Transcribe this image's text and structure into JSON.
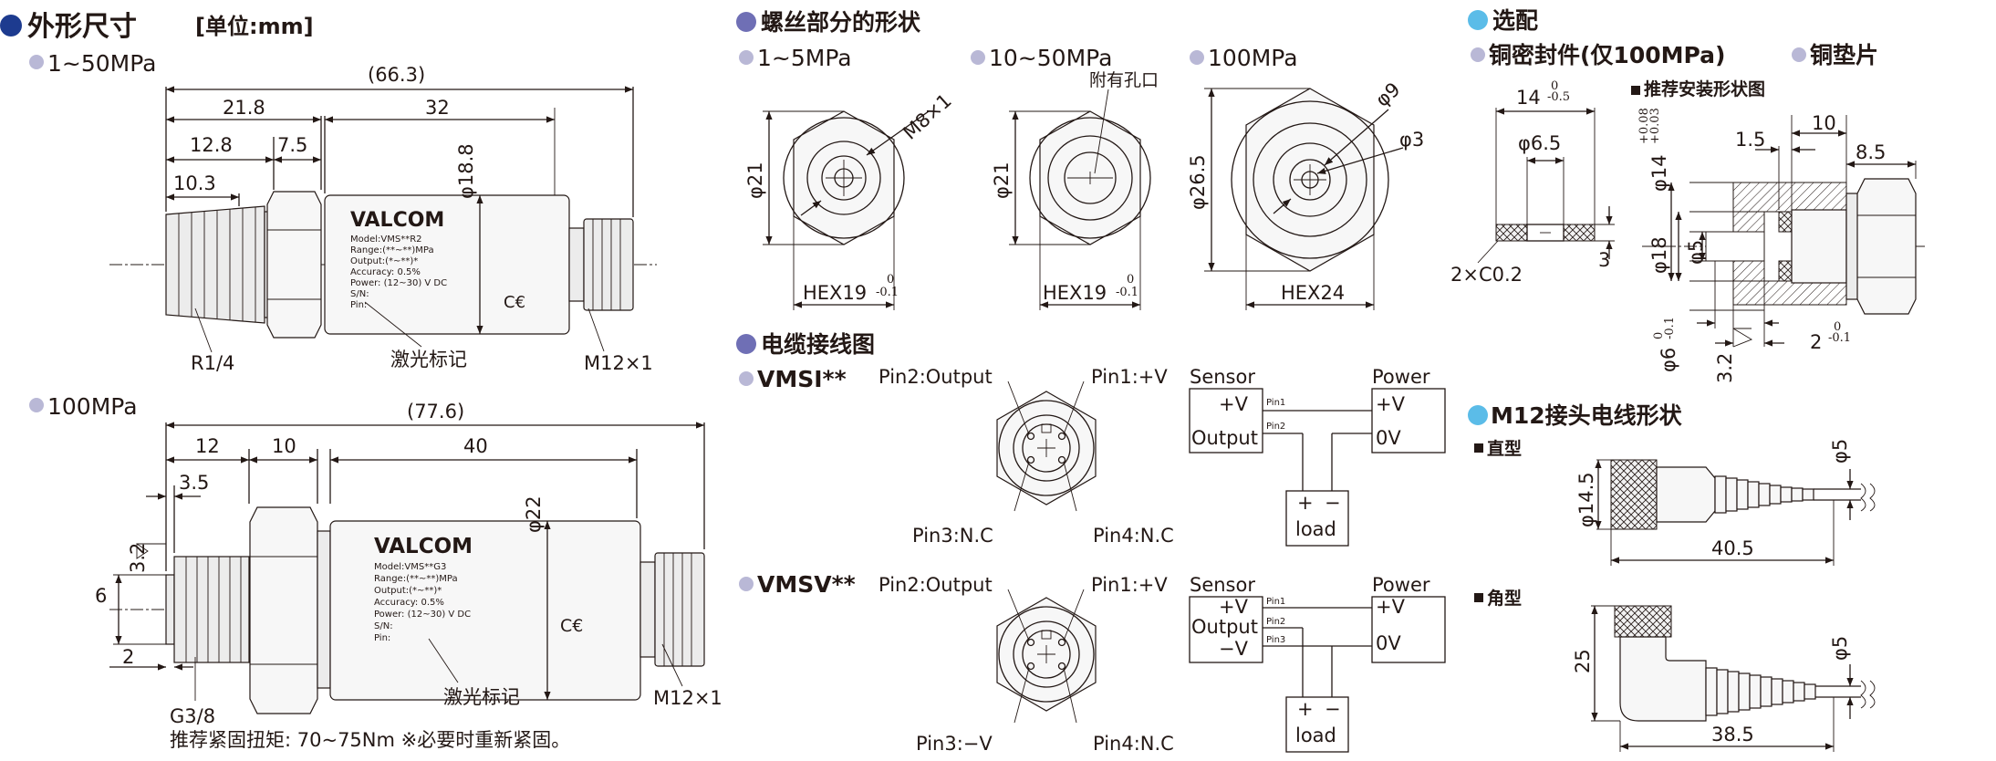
{
  "colors": {
    "bullet_dark": "#1d3b8f",
    "bullet_mid": "#6f6fb5",
    "bullet_light": "#5bbce8",
    "sub_bullet": "#b9b8d6"
  },
  "outline": {
    "title": "外形尺寸",
    "unit": "[单位:mm]",
    "sensor_a": {
      "label": "1~50MPa",
      "dims": {
        "overall": "(66.3)",
        "d1": "21.8",
        "d2": "32",
        "d3": "12.8",
        "d4": "7.5",
        "d5": "10.3",
        "dia": "φ18.8"
      },
      "callouts": {
        "thread": "R1/4",
        "laser": "激光标记",
        "conn": "M12×1"
      },
      "nameplate": {
        "brand": "VALCOM",
        "lines": [
          "Model:VMS**R2",
          "Range:(**~**)MPa",
          "Output:(*~**)*",
          "Accuracy: 0.5%",
          "Power: (12~30) V DC",
          "S/N:",
          "Pin:"
        ]
      }
    },
    "sensor_b": {
      "label": "100MPa",
      "dims": {
        "overall": "(77.6)",
        "d1": "12",
        "d2": "10",
        "d3": "40",
        "d4": "3.5",
        "d5": "3.2",
        "d6": "6",
        "d7": "2",
        "dia": "φ22"
      },
      "callouts": {
        "thread": "G3/8",
        "laser": "激光标记",
        "conn": "M12×1"
      },
      "nameplate": {
        "brand": "VALCOM",
        "lines": [
          "Model:VMS**G3",
          "Range:(**~**)MPa",
          "Output:(*~**)*",
          "Accuracy: 0.5%",
          "Power: (12~30) V DC",
          "S/N:",
          "Pin:"
        ]
      },
      "note": "推荐紧固扭矩: 70~75Nm ※必要时重新紧固。"
    }
  },
  "thread": {
    "title": "螺丝部分的形状",
    "views": [
      {
        "label": "1~5MPa",
        "dia": "φ21",
        "thread": "M8×1",
        "hex": "HEX19",
        "tol_top": "0",
        "tol_bot": "-0.1"
      },
      {
        "label": "10~50MPa",
        "dia": "φ21",
        "hole": "附有孔口",
        "hex": "HEX19",
        "tol_top": "0",
        "tol_bot": "-0.1"
      },
      {
        "label": "100MPa",
        "dia": "φ26.5",
        "d_outer": "φ9",
        "d_inner": "φ3",
        "hex": "HEX24"
      }
    ]
  },
  "wiring": {
    "title": "电缆接线图",
    "vmsi": {
      "label": "VMSI**",
      "pins": {
        "p1": "Pin1:+V",
        "p2": "Pin2:Output",
        "p3": "Pin3:N.C",
        "p4": "Pin4:N.C"
      },
      "sensor": "Sensor",
      "power": "Power",
      "s_plus": "+V",
      "s_out": "Output",
      "p_plus": "+V",
      "p_zero": "0V",
      "pin1": "Pin1",
      "pin2": "Pin2",
      "load": "load",
      "plus": "+",
      "minus": "−"
    },
    "vmsv": {
      "label": "VMSV**",
      "pins": {
        "p1": "Pin1:+V",
        "p2": "Pin2:Output",
        "p3": "Pin3:−V",
        "p4": "Pin4:N.C"
      },
      "sensor": "Sensor",
      "power": "Power",
      "s_plus": "+V",
      "s_out": "Output",
      "s_minus": "−V",
      "p_plus": "+V",
      "p_zero": "0V",
      "pin1": "Pin1",
      "pin2": "Pin2",
      "pin3": "Pin3",
      "load": "load",
      "plus": "+",
      "minus": "−"
    }
  },
  "options": {
    "title": "选配",
    "seal": {
      "label": "铜密封件(仅100MPa)",
      "dims": {
        "w": "14",
        "w_tol_top": "0",
        "w_tol_bot": "-0.5",
        "d": "φ6.5",
        "t": "3",
        "chamfer": "2×C0.2"
      }
    },
    "gasket": {
      "label": "铜垫片"
    },
    "install": {
      "label": "推荐安装形状图",
      "dims": {
        "d14": "φ14",
        "d14_tol_top": "+0.08",
        "d14_tol_bot": "+0.03",
        "d18": "φ18",
        "d5": "φ5",
        "d6": "φ6",
        "d6_tol_top": "0",
        "d6_tol_bot": "-0.1",
        "l15": "1.5",
        "l10": "10",
        "l85": "8.5",
        "l2": "2",
        "l2_tol_top": "0",
        "l2_tol_bot": "-0.1",
        "l32": "3.2"
      }
    }
  },
  "m12": {
    "title": "M12接头电线形状",
    "straight": {
      "label": "直型",
      "dia": "φ14.5",
      "len": "40.5",
      "cable": "φ5"
    },
    "angle": {
      "label": "角型",
      "h": "25",
      "len": "38.5",
      "cable": "φ5"
    }
  }
}
